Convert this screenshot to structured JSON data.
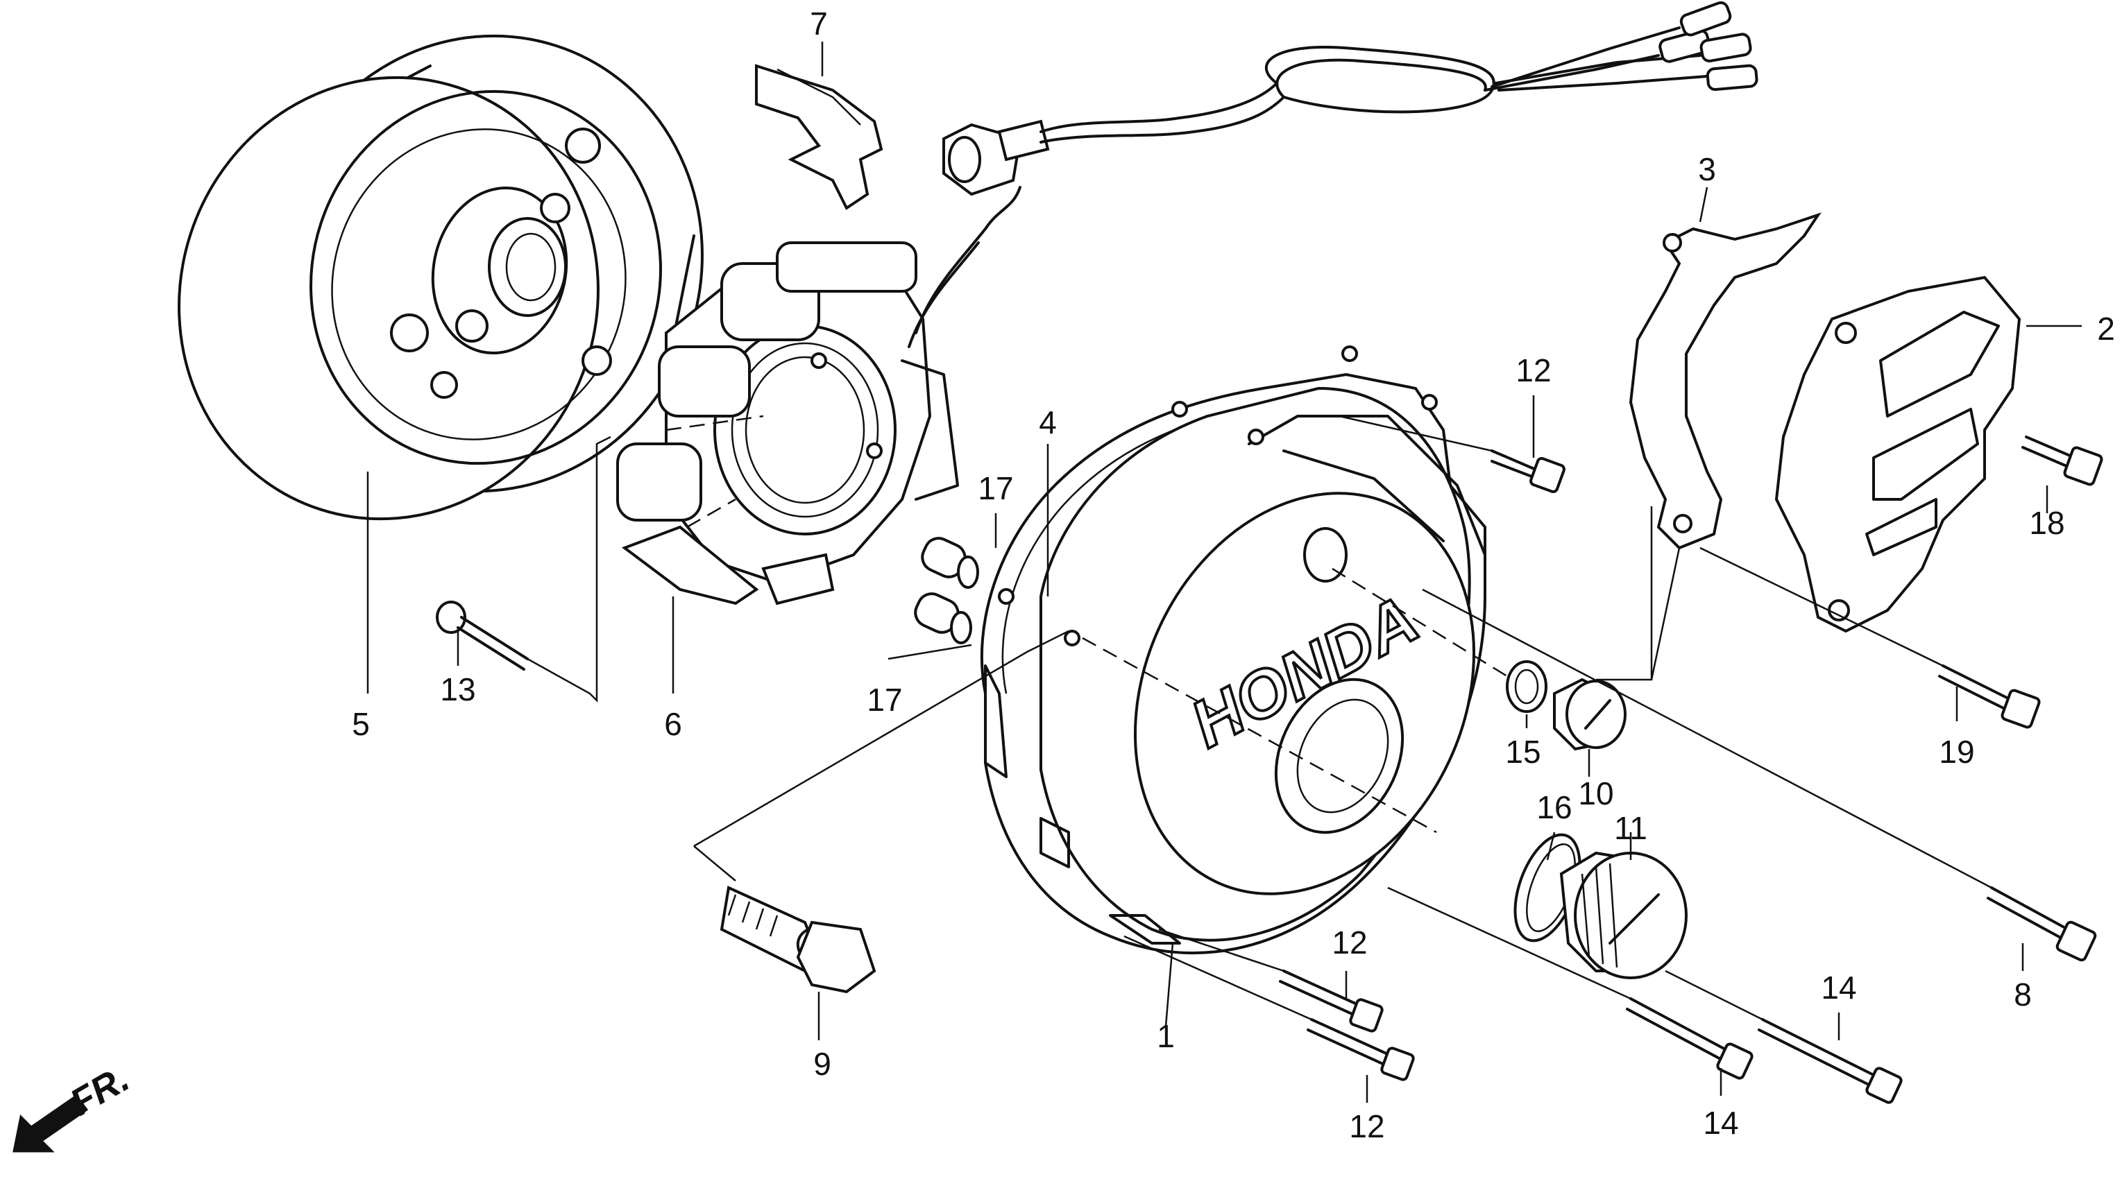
{
  "diagram": {
    "brand_text": "HONDA",
    "direction_label": "FR.",
    "callouts": {
      "c1": "1",
      "c2": "2",
      "c3": "3",
      "c4": "4",
      "c5": "5",
      "c6": "6",
      "c7": "7",
      "c8": "8",
      "c9": "9",
      "c10": "10",
      "c11": "11",
      "c12a": "12",
      "c12b": "12",
      "c12c": "12",
      "c13": "13",
      "c14a": "14",
      "c14b": "14",
      "c15": "15",
      "c16": "16",
      "c17a": "17",
      "c17b": "17",
      "c18": "18",
      "c19": "19"
    }
  }
}
